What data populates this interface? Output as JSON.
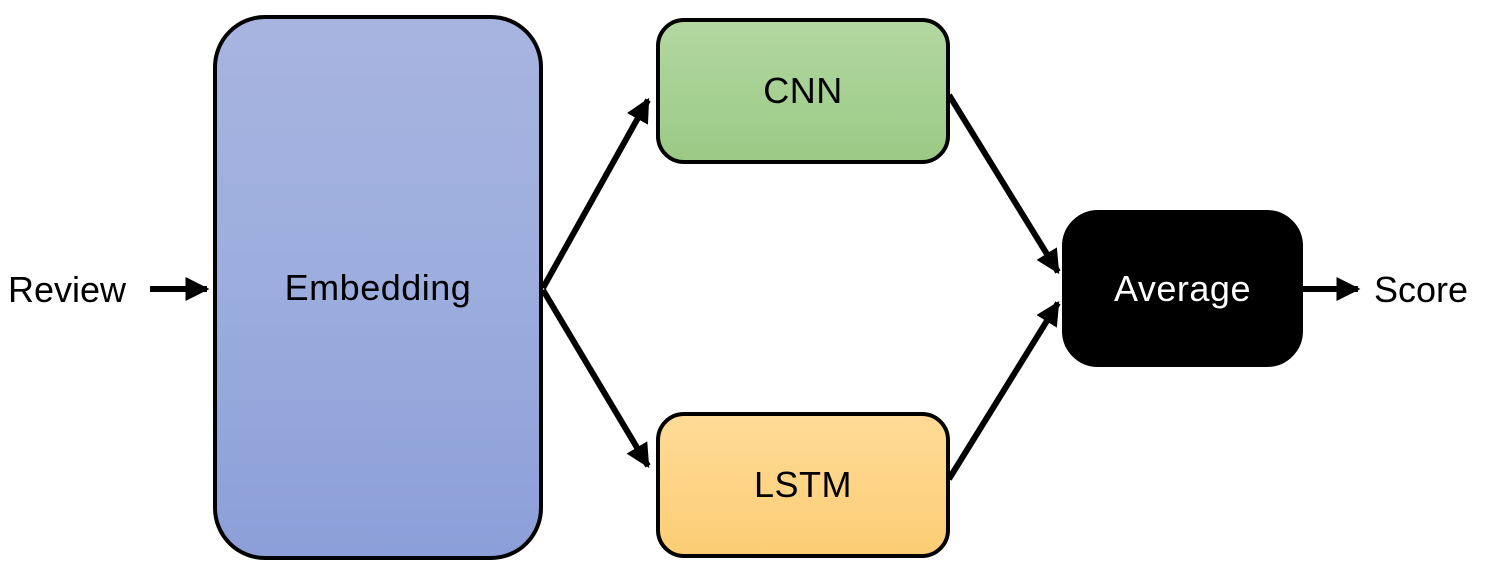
{
  "diagram": {
    "type": "flowchart",
    "description": "Model architecture: review text embedded, processed in parallel by CNN and LSTM, outputs averaged into a score",
    "input_label": "Review",
    "output_label": "Score",
    "nodes": {
      "embedding": {
        "label": "Embedding",
        "fill_top": "#a8b4e0",
        "fill_bottom": "#8c9fd8",
        "text_color": "#000000"
      },
      "cnn": {
        "label": "CNN",
        "fill_top": "#b3d7a1",
        "fill_bottom": "#9aca85",
        "text_color": "#000000"
      },
      "lstm": {
        "label": "LSTM",
        "fill_top": "#ffdb97",
        "fill_bottom": "#fccd75",
        "text_color": "#000000"
      },
      "average": {
        "label": "Average",
        "fill": "#000000",
        "text_color": "#ffffff"
      }
    },
    "edges": [
      {
        "from": "Review",
        "to": "Embedding"
      },
      {
        "from": "Embedding",
        "to": "CNN"
      },
      {
        "from": "Embedding",
        "to": "LSTM"
      },
      {
        "from": "CNN",
        "to": "Average"
      },
      {
        "from": "LSTM",
        "to": "Average"
      },
      {
        "from": "Average",
        "to": "Score"
      }
    ],
    "edge_color": "#000000",
    "border_color": "#000000",
    "background_color": "#ffffff"
  }
}
